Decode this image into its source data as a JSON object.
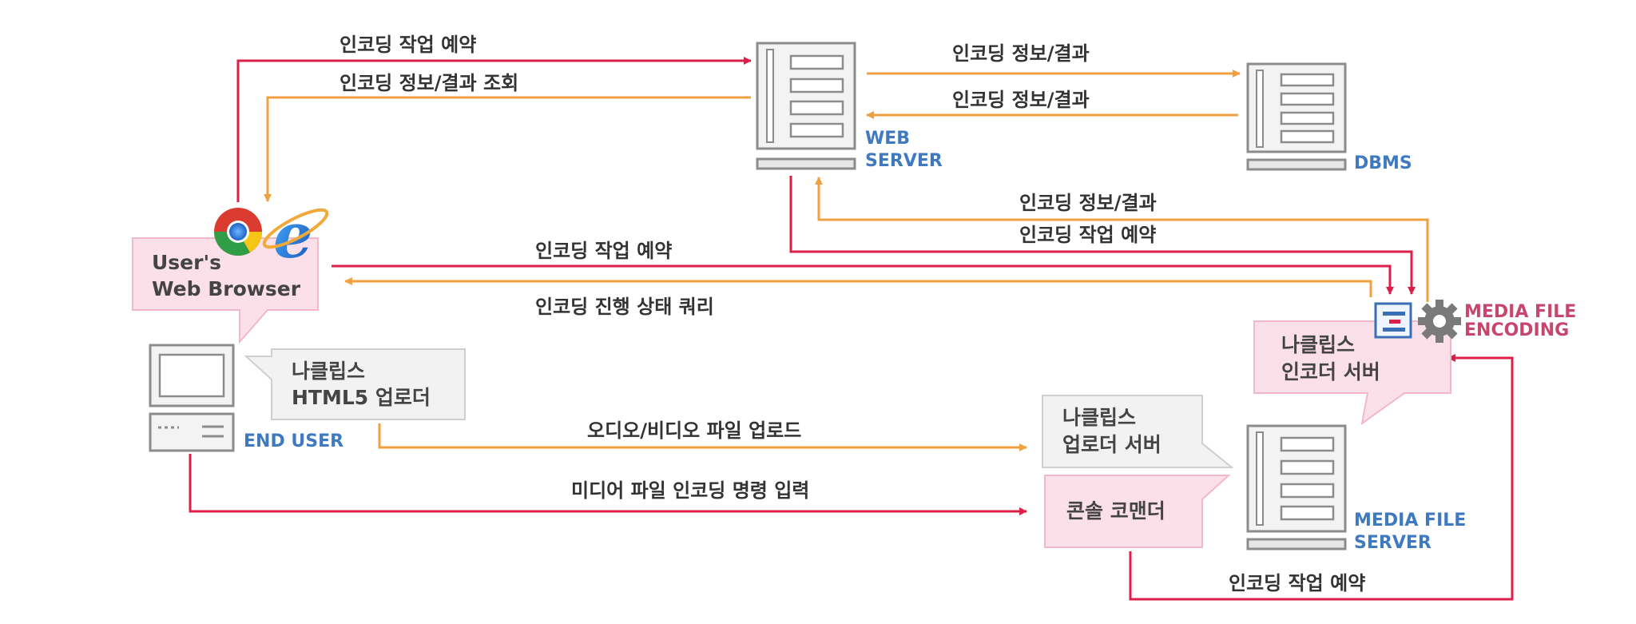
{
  "colors": {
    "red": "#dc1e48",
    "orange": "#f0a040",
    "blue_text": "#3f7ac0",
    "pink_text": "#c8456e",
    "pink_fill": "#fbe0ea",
    "pink_stroke": "#f1b8c9",
    "gray_fill": "#f2f2f2",
    "gray_stroke": "#cfcfcf",
    "server_stroke": "#8c8c8c"
  },
  "nodes": {
    "web_server": [
      "WEB",
      "SERVER"
    ],
    "dbms": "DBMS",
    "end_user": "END USER",
    "media_file_server": [
      "MEDIA FILE",
      "SERVER"
    ],
    "media_file_encoding": [
      "MEDIA FILE",
      "ENCODING"
    ]
  },
  "bubbles": {
    "browser": [
      "User's",
      "Web Browser"
    ],
    "html5_uploader": [
      "나클립스",
      "HTML5 업로더"
    ],
    "encoder_server": [
      "나클립스",
      "인코더 서버"
    ],
    "upload_server": [
      "나클립스",
      "업로더 서버"
    ],
    "console_commander": "콘솔 코맨더"
  },
  "edges": {
    "browser_to_web_reserve": "인코딩 작업 예약",
    "web_to_browser_query": "인코딩 정보/결과 조회",
    "web_to_dbms": "인코딩 정보/결과",
    "dbms_to_web": "인코딩 정보/결과",
    "encoder_to_web_result": "인코딩 정보/결과",
    "web_to_encoder_reserve": "인코딩 작업 예약",
    "browser_to_encoder_reserve": "인코딩 작업 예약",
    "encoder_to_browser_progress": "인코딩 진행 상태 쿼리",
    "user_to_upload_server": "오디오/비디오 파일 업로드",
    "user_to_console": "미디어 파일 인코딩 명령 입력",
    "console_to_encoder_reserve": "인코딩 작업 예약"
  },
  "icons": [
    "chrome-icon",
    "internet-explorer-icon",
    "encoder-app-icon",
    "gear-icon"
  ]
}
